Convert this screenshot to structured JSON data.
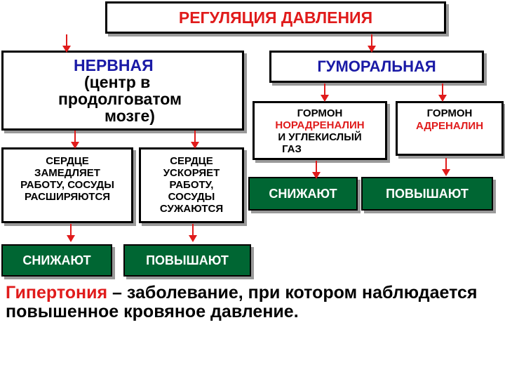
{
  "colors": {
    "red": "#e01b1b",
    "blue": "#1a1aa6",
    "green": "#006633",
    "black": "#000000"
  },
  "title": "РЕГУЛЯЦИЯ ДАВЛЕНИЯ",
  "nervous": {
    "heading": "НЕРВНАЯ",
    "detail_lines": [
      "(центр в",
      "продолговатом",
      "мозге)"
    ],
    "left_effect_lines": [
      "СЕРДЦЕ",
      "ЗАМЕДЛЯЕТ",
      "РАБОТУ, СОСУДЫ",
      "РАСШИРЯЮТСЯ"
    ],
    "right_effect_lines": [
      "СЕРДЦЕ",
      "УСКОРЯЕТ",
      "РАБОТУ,",
      "СОСУДЫ",
      "СУЖАЮТСЯ"
    ],
    "left_result": "СНИЖАЮТ",
    "right_result": "ПОВЫШАЮТ"
  },
  "humoral": {
    "heading": "ГУМОРАЛЬНАЯ",
    "hormone_left": {
      "line1": "ГОРМОН",
      "highlight": "НОРАДРЕНАЛИН",
      "line3": "И УГЛЕКИСЛЫЙ",
      "line4": "ГАЗ"
    },
    "hormone_right": {
      "line1": "ГОРМОН",
      "highlight": "АДРЕНАЛИН"
    },
    "left_result": "СНИЖАЮТ",
    "right_result": "ПОВЫШАЮТ"
  },
  "definition": {
    "term": "Гипертония",
    "rest": " – заболевание, при котором наблюдается повышенное кровяное давление."
  }
}
